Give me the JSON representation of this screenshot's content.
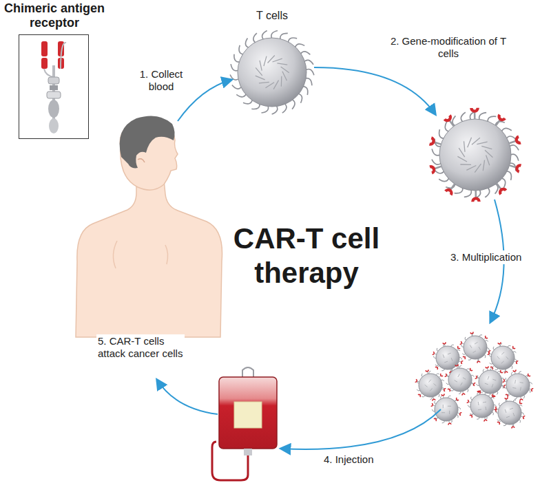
{
  "diagram": {
    "title": "CAR-T cell therapy",
    "nodes": [
      {
        "text": [
          "Chimeric antigen receptor"
        ]
      },
      {
        "text": [
          "T cells"
        ]
      }
    ],
    "labels": [
      "1. Collect blood",
      "2. Gene-modification of T cells",
      "3. Multiplication",
      "4. Injection",
      "5. CAR-T cells attack cancer cells"
    ]
  }
}
